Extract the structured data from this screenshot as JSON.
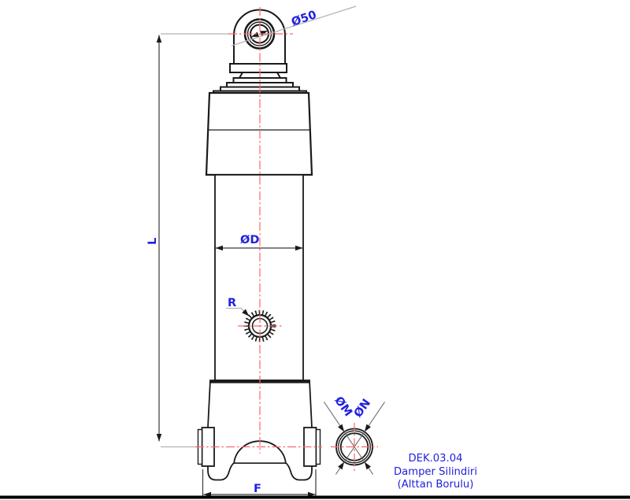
{
  "drawing": {
    "labels": {
      "eye_diameter": "Ø50",
      "overall_length": "L",
      "barrel_diameter": "ØD",
      "port": "R",
      "base_width": "F",
      "tube_outer_diameter": "ØM",
      "tube_inner_diameter": "ØN"
    },
    "title_block": {
      "drawing_code": "DEK.03.04",
      "title": "Damper Silindiri",
      "subtitle": "(Alttan Borulu)"
    },
    "colors": {
      "outline": "#1a1a1a",
      "centerline": "#ff6666",
      "label_text": "#2121de",
      "extension_line": "#b3b3b3"
    }
  }
}
